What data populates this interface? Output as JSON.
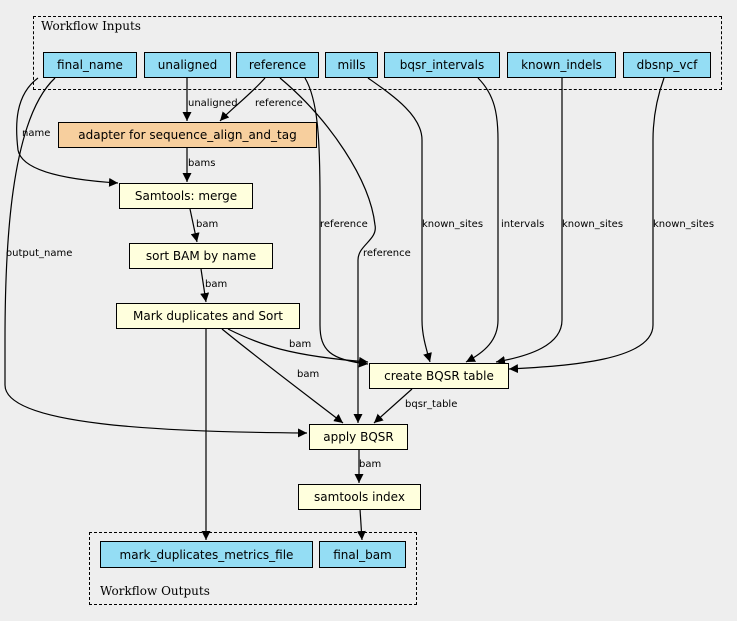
{
  "clusters": {
    "inputs": "Workflow Inputs",
    "outputs": "Workflow Outputs"
  },
  "nodes": {
    "final_name": "final_name",
    "unaligned": "unaligned",
    "reference": "reference",
    "mills": "mills",
    "bqsr_intervals": "bqsr_intervals",
    "known_indels": "known_indels",
    "dbsnp_vcf": "dbsnp_vcf",
    "adapter": "adapter for sequence_align_and_tag",
    "merge": "Samtools: merge",
    "sort": "sort BAM by name",
    "markdup": "Mark duplicates and Sort",
    "bqsr_table": "create BQSR table",
    "apply_bqsr": "apply BQSR",
    "index": "samtools index",
    "metrics_out": "mark_duplicates_metrics_file",
    "final_bam": "final_bam"
  },
  "edge_labels": {
    "unaligned": "unaligned",
    "reference_adapter": "reference",
    "name": "name",
    "bams": "bams",
    "bam_sort": "bam",
    "bam_markdup": "bam",
    "output_name": "output_name",
    "reference_table": "reference",
    "reference_apply": "reference",
    "known_sites_mills": "known_sites",
    "intervals": "intervals",
    "known_sites_indels": "known_sites",
    "known_sites_dbsnp": "known_sites",
    "bam_table": "bam",
    "bam_apply": "bam",
    "bqsr_table": "bqsr_table",
    "bam_index": "bam"
  },
  "colors": {
    "background": "#eeeeee",
    "io_node": "#94ddf4",
    "adapter_node": "#f7cf9e",
    "step_node": "#ffffdd"
  }
}
